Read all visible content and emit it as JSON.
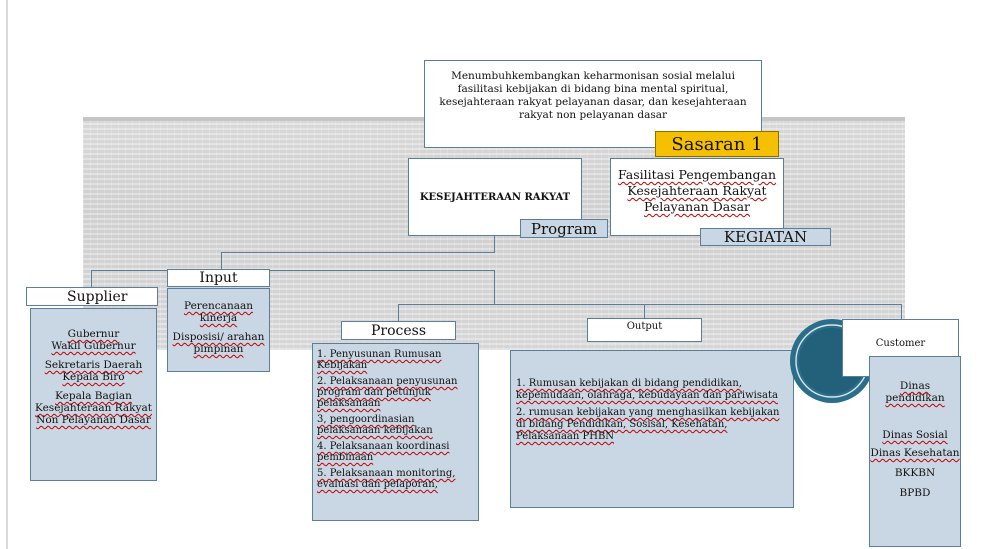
{
  "goal": {
    "text": "Menumbuhkembangkan keharmonisan sosial melalui fasilitasi kebijakan di bidang bina mental spiritual, kesejahteraan rakyat pelayanan dasar, dan kesejahteraan rakyat non pelayanan dasar"
  },
  "sasaran": {
    "label": "Sasaran 1",
    "color": "#f5c000"
  },
  "program": {
    "name": "KESEJAHTERAAN RAKYAT",
    "tag": "Program"
  },
  "kegiatan": {
    "name": "Fasilitasi Pengembangan Kesejahteraan Rakyat Pelayanan Dasar",
    "tag": "KEGIATAN"
  },
  "supplier": {
    "header": "Supplier",
    "items": [
      "Gubernur\nWakil Gubernur",
      "Sekretaris Daerah\nKepala Biro",
      "Kepala Bagian Kesejahteraan Rakyat Non Pelayanan Dasar"
    ]
  },
  "input": {
    "header": "Input",
    "items": [
      "Perencanaan kinerja",
      "Disposisi/ arahan pimpinan"
    ]
  },
  "process": {
    "header": "Process",
    "items": [
      "1. Penyusunan Rumusan Kebijakan",
      "2. Pelaksanaan penyusunan program dan petunjuk pelaksanaan",
      "3, pengoordinasian pelaksanaan kebijakan",
      "4. Pelaksanaan koordinasi pembinaan",
      "5. Pelaksanaan monitoring, evaluasi dan pelaporan,"
    ]
  },
  "output": {
    "header": "Output",
    "items": [
      "1. Rumusan kebijakan di bidang pendidikan, kepemudaan, olahraga, kebudayaan dan pariwisata",
      "2. rumusan kebijakan yang menghasilkan kebijakan di bidang Pendidikan, Sosisal, Kesehatan, Pelaksanaan PHBN"
    ]
  },
  "customer": {
    "header": "Customer",
    "items": [
      "Dinas pendidikan",
      "Dinas Sosial",
      "Dinas Kesehatan",
      "BKKBN",
      "BPBD"
    ]
  },
  "colors": {
    "line": "#5b7f9a",
    "box_fill": "#c9d6e3",
    "circle": "#2b6e8a"
  }
}
